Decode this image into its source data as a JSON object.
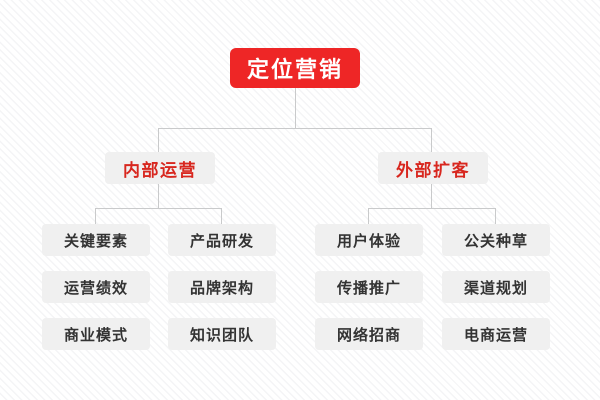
{
  "diagram": {
    "type": "organizational-tree",
    "title": "定位营销",
    "colors": {
      "root_bg": "#ee2626",
      "root_text": "#ffffff",
      "branch_bg": "#f0f0f0",
      "branch_text": "#d8271f",
      "leaf_bg": "#f0f0f0",
      "leaf_text": "#333333",
      "connector": "#c9cacb",
      "page_bg": "#ffffff"
    },
    "root": {
      "label": "定位营销"
    },
    "branches": [
      {
        "label": "内部运营",
        "children": [
          {
            "label": "关键要素"
          },
          {
            "label": "产品研发"
          },
          {
            "label": "运营绩效"
          },
          {
            "label": "品牌架构"
          },
          {
            "label": "商业模式"
          },
          {
            "label": "知识团队"
          }
        ]
      },
      {
        "label": "外部扩客",
        "children": [
          {
            "label": "用户体验"
          },
          {
            "label": "公关种草"
          },
          {
            "label": "传播推广"
          },
          {
            "label": "渠道规划"
          },
          {
            "label": "网络招商"
          },
          {
            "label": "电商运营"
          }
        ]
      }
    ]
  }
}
